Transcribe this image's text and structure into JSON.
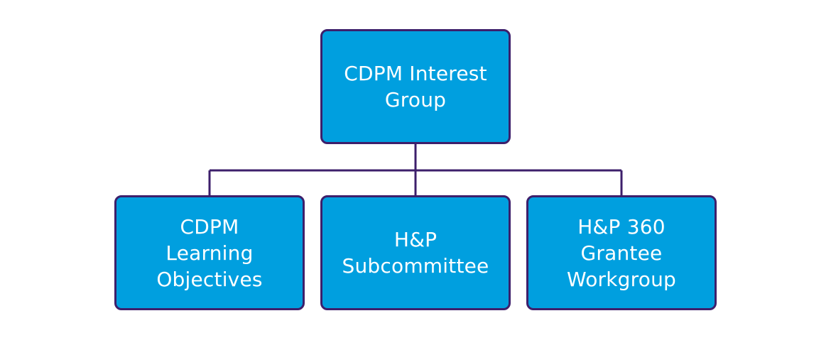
{
  "colors": {
    "node_fill": "#009fdf",
    "node_border": "#3d1f6b",
    "connector": "#3d1f6b",
    "text": "#ffffff",
    "background": "#ffffff"
  },
  "org_chart": {
    "root": {
      "label": "CDPM Interest\nGroup"
    },
    "children": [
      {
        "label": "CDPM\nLearning\nObjectives"
      },
      {
        "label": "H&P\nSubcommittee"
      },
      {
        "label": "H&P 360\nGrantee\nWorkgroup"
      }
    ]
  }
}
